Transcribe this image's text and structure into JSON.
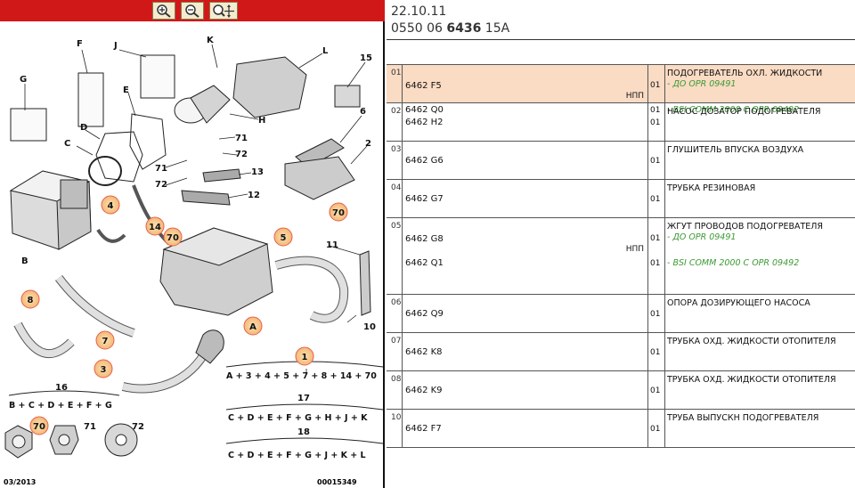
{
  "toolbar": {
    "zoom_in_icon": "zoom-in-icon",
    "zoom_out_icon": "zoom-out-icon",
    "zoom_fit_icon": "zoom-fit-icon"
  },
  "diagram": {
    "labels": [
      "F",
      "J",
      "K",
      "L",
      "15",
      "G",
      "E",
      "6",
      "D",
      "H",
      "71",
      "72",
      "C",
      "71",
      "2",
      "72",
      "13",
      "12",
      "4",
      "14",
      "70",
      "5",
      "70",
      "B",
      "11",
      "8",
      "7",
      "A",
      "10",
      "3",
      "1",
      "16",
      "17",
      "18",
      "70",
      "71",
      "72"
    ],
    "formula_1": "A + 3 + 4 + 5 + 7 + 8 + 14 + 70",
    "formula_16": "B + C + D + E + F + G",
    "formula_17": "C + D + E + F + G + H + J + K",
    "formula_18": "C + D + E + F + G + J + K + L",
    "date": "03/2013",
    "number": "00015349"
  },
  "header": {
    "date": "22.10.11",
    "code_prefix": "0550 06",
    "code_bold": "6436",
    "code_suffix": "15A"
  },
  "rows": [
    {
      "num": "01",
      "codes": [
        "6462 F5",
        "6462 Q0"
      ],
      "npp": "НПП",
      "qtys": [
        "01",
        "01"
      ],
      "title": "ПОДОГРЕВАТЕЛЬ ОХЛ. ЖИДКОСТИ",
      "notes": [
        "- ДО OPR 09491",
        "- BSI COMM 2000 C OPR 09492"
      ]
    },
    {
      "num": "02",
      "codes": [
        "6462 H2"
      ],
      "npp": "",
      "qtys": [
        "01"
      ],
      "title": "НАСОС ДОЗАТОР ПОДОГРЕВАТЕЛЯ",
      "notes": []
    },
    {
      "num": "03",
      "codes": [
        "6462 G6"
      ],
      "npp": "",
      "qtys": [
        "01"
      ],
      "title": "ГЛУШИТЕЛЬ ВПУСКА ВОЗДУХА",
      "notes": []
    },
    {
      "num": "04",
      "codes": [
        "6462 G7"
      ],
      "npp": "",
      "qtys": [
        "01"
      ],
      "title": "ТРУБКА РЕЗИНОВАЯ",
      "notes": []
    },
    {
      "num": "05",
      "codes": [
        "6462 G8",
        "6462 Q1"
      ],
      "npp": "НПП",
      "qtys": [
        "01",
        "01"
      ],
      "title": "ЖГУТ ПРОВОДОВ ПОДОГРЕВАТЕЛЯ",
      "notes": [
        "- ДО OPR 09491",
        "- BSI COMM 2000 C OPR 09492"
      ]
    },
    {
      "num": "06",
      "codes": [
        "6462 Q9"
      ],
      "npp": "",
      "qtys": [
        "01"
      ],
      "title": "ОПОРА ДОЗИРУЮЩЕГО НАСОСА",
      "notes": []
    },
    {
      "num": "07",
      "codes": [
        "6462 K8"
      ],
      "npp": "",
      "qtys": [
        "01"
      ],
      "title": "ТРУБКА ОХД. ЖИДКОСТИ ОТОПИТЕЛЯ",
      "notes": []
    },
    {
      "num": "08",
      "codes": [
        "6462 K9"
      ],
      "npp": "",
      "qtys": [
        "01"
      ],
      "title": "ТРУБКА ОХД. ЖИДКОСТИ ОТОПИТЕЛЯ",
      "notes": []
    },
    {
      "num": "10",
      "codes": [
        "6462 F7"
      ],
      "npp": "",
      "qtys": [
        "01"
      ],
      "title": "ТРУБА ВЫПУСКН ПОДОГРЕВАТЕЛЯ",
      "notes": []
    }
  ],
  "colors": {
    "toolbar_red": "#d11818",
    "highlight_row": "#fadbc4",
    "note_green": "#3a9a32",
    "callout_fill": "#f7cf8e",
    "callout_stroke": "#e8604a"
  }
}
